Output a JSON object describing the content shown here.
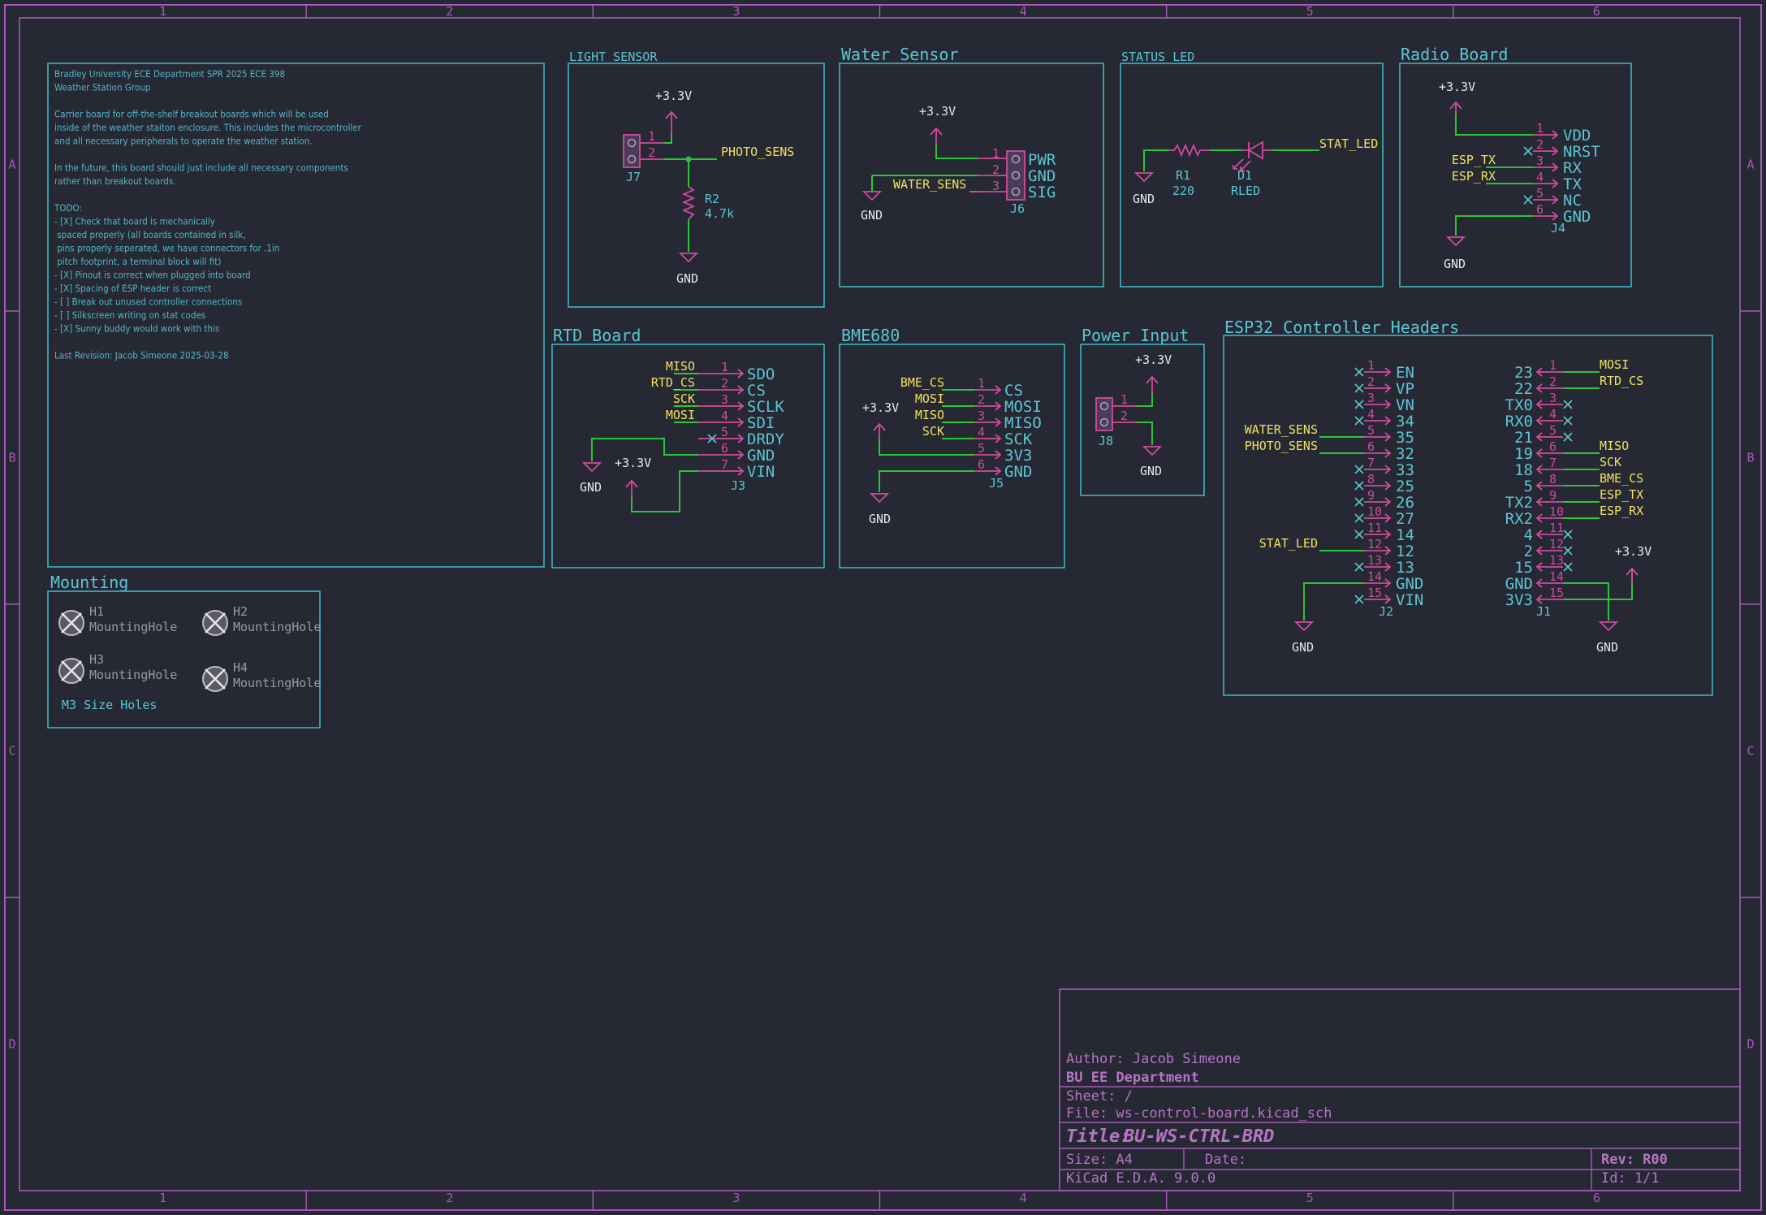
{
  "frame": {
    "cols": [
      "1",
      "2",
      "3",
      "4",
      "5",
      "6"
    ],
    "rows": [
      "A",
      "B",
      "C",
      "D"
    ]
  },
  "notes": {
    "lines": [
      "Bradley University ECE Department SPR 2025 ECE 398",
      "Weather Station Group",
      "",
      "Carrier board for off-the-shelf breakout boards which will be used",
      "inside of the weather staiton enclosure. This includes the microcontroller",
      "and all necessary peripherals to operate the weather station.",
      "",
      "In the future, this board should just include all necessary components",
      "rather than breakout boards.",
      "",
      "TODO:",
      "- [X] Check that board is mechanically",
      "        spaced properly (all boards contained in silk,",
      "        pins properly seperated, we have connectors for .1in",
      "        pitch footprint, a terminal block will fit)",
      "- [X] Pinout is correct when plugged into board",
      "- [X] Spacing of ESP header is correct",
      "- [ ] Break out unused controller connections",
      "- [ ] Silkscreen writing on stat codes",
      "- [X] Sunny buddy would work with this",
      "",
      "Last Revision: Jacob Simeone 2025-03-28"
    ]
  },
  "light_sensor": {
    "title": "LIGHT SENSOR",
    "power": "+3.3V",
    "ground": "GND",
    "connector_ref": "J7",
    "pins": [
      "1",
      "2"
    ],
    "net": "PHOTO_SENS",
    "resistor_ref": "R2",
    "resistor_value": "4.7k"
  },
  "water_sensor": {
    "title": "Water Sensor",
    "power": "+3.3V",
    "ground": "GND",
    "connector_ref": "J6",
    "net": "WATER_SENS",
    "pins": [
      {
        "num": "1",
        "name": "PWR"
      },
      {
        "num": "2",
        "name": "GND"
      },
      {
        "num": "3",
        "name": "SIG"
      }
    ]
  },
  "status_led": {
    "title": "STATUS LED",
    "ground": "GND",
    "resistor_ref": "R1",
    "resistor_value": "220",
    "led_ref": "D1",
    "led_value": "RLED",
    "net": "STAT_LED"
  },
  "radio_board": {
    "title": "Radio Board",
    "power": "+3.3V",
    "ground": "GND",
    "connector_ref": "J4",
    "pins": [
      {
        "num": "1",
        "name": "VDD",
        "net": ""
      },
      {
        "num": "2",
        "name": "NRST",
        "net": ""
      },
      {
        "num": "3",
        "name": "RX",
        "net": "ESP_TX"
      },
      {
        "num": "4",
        "name": "TX",
        "net": "ESP_RX"
      },
      {
        "num": "5",
        "name": "NC",
        "net": ""
      },
      {
        "num": "6",
        "name": "GND",
        "net": ""
      }
    ]
  },
  "rtd_board": {
    "title": "RTD Board",
    "power": "+3.3V",
    "ground": "GND",
    "connector_ref": "J3",
    "pins": [
      {
        "num": "1",
        "name": "SDO",
        "net": "MISO"
      },
      {
        "num": "2",
        "name": "CS",
        "net": "RTD_CS"
      },
      {
        "num": "3",
        "name": "SCLK",
        "net": "SCK"
      },
      {
        "num": "4",
        "name": "SDI",
        "net": "MOSI"
      },
      {
        "num": "5",
        "name": "DRDY",
        "net": ""
      },
      {
        "num": "6",
        "name": "GND",
        "net": ""
      },
      {
        "num": "7",
        "name": "VIN",
        "net": ""
      }
    ]
  },
  "bme680": {
    "title": "BME680",
    "power": "+3.3V",
    "ground": "GND",
    "connector_ref": "J5",
    "pins": [
      {
        "num": "1",
        "name": "CS",
        "net": "BME_CS"
      },
      {
        "num": "2",
        "name": "MOSI",
        "net": "MOSI"
      },
      {
        "num": "3",
        "name": "MISO",
        "net": "MISO"
      },
      {
        "num": "4",
        "name": "SCK",
        "net": "SCK"
      },
      {
        "num": "5",
        "name": "3V3",
        "net": ""
      },
      {
        "num": "6",
        "name": "GND",
        "net": ""
      }
    ]
  },
  "power_input": {
    "title": "Power Input",
    "power": "+3.3V",
    "ground": "GND",
    "connector_ref": "J8",
    "pins": [
      "1",
      "2"
    ]
  },
  "esp32": {
    "title": "ESP32 Controller Headers",
    "ground": "GND",
    "power": "+3.3V",
    "j2_ref": "J2",
    "j1_ref": "J1",
    "j2_pins": [
      {
        "num": "1",
        "name": "EN",
        "net": ""
      },
      {
        "num": "2",
        "name": "VP",
        "net": ""
      },
      {
        "num": "3",
        "name": "VN",
        "net": ""
      },
      {
        "num": "4",
        "name": "34",
        "net": ""
      },
      {
        "num": "5",
        "name": "35",
        "net": "WATER_SENS"
      },
      {
        "num": "6",
        "name": "32",
        "net": "PHOTO_SENS"
      },
      {
        "num": "7",
        "name": "33",
        "net": ""
      },
      {
        "num": "8",
        "name": "25",
        "net": ""
      },
      {
        "num": "9",
        "name": "26",
        "net": ""
      },
      {
        "num": "10",
        "name": "27",
        "net": ""
      },
      {
        "num": "11",
        "name": "14",
        "net": ""
      },
      {
        "num": "12",
        "name": "12",
        "net": "STAT_LED"
      },
      {
        "num": "13",
        "name": "13",
        "net": ""
      },
      {
        "num": "14",
        "name": "GND",
        "net": ""
      },
      {
        "num": "15",
        "name": "VIN",
        "net": ""
      }
    ],
    "j1_pins": [
      {
        "num": "1",
        "name": "23",
        "net": "MOSI"
      },
      {
        "num": "2",
        "name": "22",
        "net": "RTD_CS"
      },
      {
        "num": "3",
        "name": "TX0",
        "net": ""
      },
      {
        "num": "4",
        "name": "RX0",
        "net": ""
      },
      {
        "num": "5",
        "name": "21",
        "net": ""
      },
      {
        "num": "6",
        "name": "19",
        "net": "MISO"
      },
      {
        "num": "7",
        "name": "18",
        "net": "SCK"
      },
      {
        "num": "8",
        "name": "5",
        "net": "BME_CS"
      },
      {
        "num": "9",
        "name": "TX2",
        "net": "ESP_TX"
      },
      {
        "num": "10",
        "name": "RX2",
        "net": "ESP_RX"
      },
      {
        "num": "11",
        "name": "4",
        "net": ""
      },
      {
        "num": "12",
        "name": "2",
        "net": ""
      },
      {
        "num": "13",
        "name": "15",
        "net": ""
      },
      {
        "num": "14",
        "name": "GND",
        "net": ""
      },
      {
        "num": "15",
        "name": "3V3",
        "net": ""
      }
    ]
  },
  "mounting": {
    "title": "Mounting",
    "holes": [
      {
        "ref": "H1",
        "value": "MountingHole"
      },
      {
        "ref": "H2",
        "value": "MountingHole"
      },
      {
        "ref": "H3",
        "value": "MountingHole"
      },
      {
        "ref": "H4",
        "value": "MountingHole"
      }
    ],
    "note": "M3 Size Holes"
  },
  "title_block": {
    "author": "Author: Jacob Simeone",
    "company": "BU EE Department",
    "sheet": "Sheet: /",
    "file": "File: ws-control-board.kicad_sch",
    "title_label": "Title:",
    "title": "BU-WS-CTRL-BRD",
    "size": "Size: A4",
    "date": "Date:",
    "rev": "Rev: R00",
    "tool": "KiCad E.D.A. 9.0.0",
    "id": "Id: 1/1"
  },
  "colors": {
    "background": "#262834",
    "frame": "#a55ab8",
    "box": "#3fb4c4",
    "wire": "#2ec43a",
    "pin": "#d14a9e",
    "label": "#f1e25c",
    "text": "#5bc6d3"
  }
}
